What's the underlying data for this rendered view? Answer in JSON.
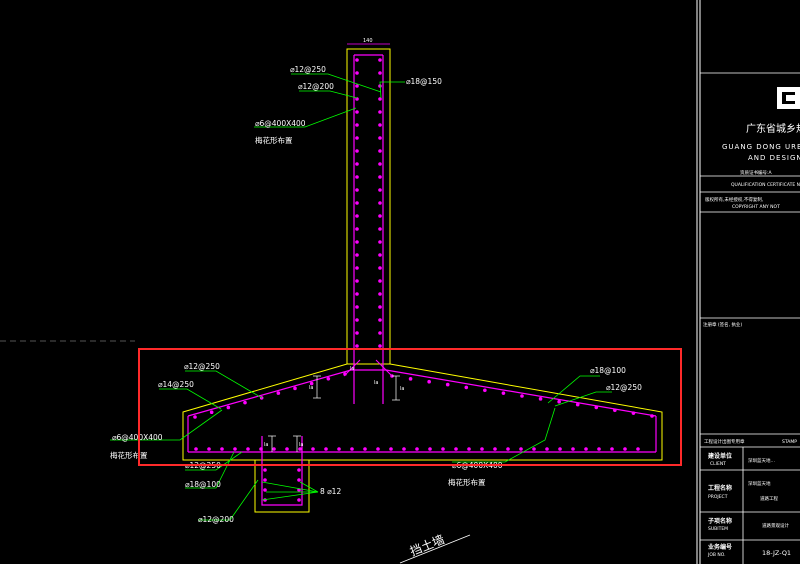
{
  "colors": {
    "background": "#000000",
    "concrete_outline": "#ffff00",
    "rebar": "#ff00ff",
    "leader": "#00ff00",
    "highlight": "#ff2a2a",
    "frame": "#ffffff",
    "dim": "#00ffff"
  },
  "wall": {
    "top_width_dim": "140",
    "labels": {
      "rebar_12_250": "⌀12@250",
      "rebar_18_150": "⌀18@150",
      "rebar_12_200": "⌀12@200",
      "tie_rebar": "⌀6@400X400",
      "tie_note": "梅花形布置"
    }
  },
  "base": {
    "labels": {
      "rebar_12_250_left": "⌀12@250",
      "rebar_14_250": "⌀14@250",
      "tie_rebar_left": "⌀6@400X400",
      "tie_note_left": "梅花形布置",
      "rebar_18_100": "⌀18@100",
      "rebar_12_250_right": "⌀12@250",
      "tie_rebar_bottom": "⌀6@400X400",
      "tie_note_bottom": "梅花形布置",
      "dim_la": "la"
    }
  },
  "key": {
    "labels": {
      "rebar_12_250": "⌀12@250",
      "rebar_18_100": "⌀18@100",
      "rebar_12_200": "⌀12@200",
      "rebar_8_12": "8 ⌀12"
    }
  },
  "bottom_text": "挡土墙",
  "title_block": {
    "company_cn": "广东省城乡规",
    "company_en_1": "GUANG DONG URBAN",
    "company_en_2": "AND DESIGNIN",
    "cert_cn": "资质证书编号:A",
    "cert_en": "QUALIFICATION CERTIFICATE N",
    "copyright_cn": "版权所有,未经授权,不得复制,",
    "copyright_en": "COPYRIGHT ANY NOT",
    "stamp_note": "注册章 (签名, 执业)",
    "project_stamp_label": "工程设计出图专用章",
    "stamp_en": "STAMP",
    "client_cn": "建设单位",
    "client_en": "CLIENT",
    "client_value": "深圳蓝天地…",
    "project_cn": "工程名称",
    "project_en": "PROJECT",
    "project_value_1": "深圳蓝天地",
    "project_value_2": "道路工程",
    "subitem_cn": "子项名称",
    "subitem_en": "SUBITEM",
    "subitem_value": "道路景观设计",
    "job_cn": "业务编号",
    "job_en": "JOB NO.",
    "job_value": "18-JZ-Q1"
  }
}
